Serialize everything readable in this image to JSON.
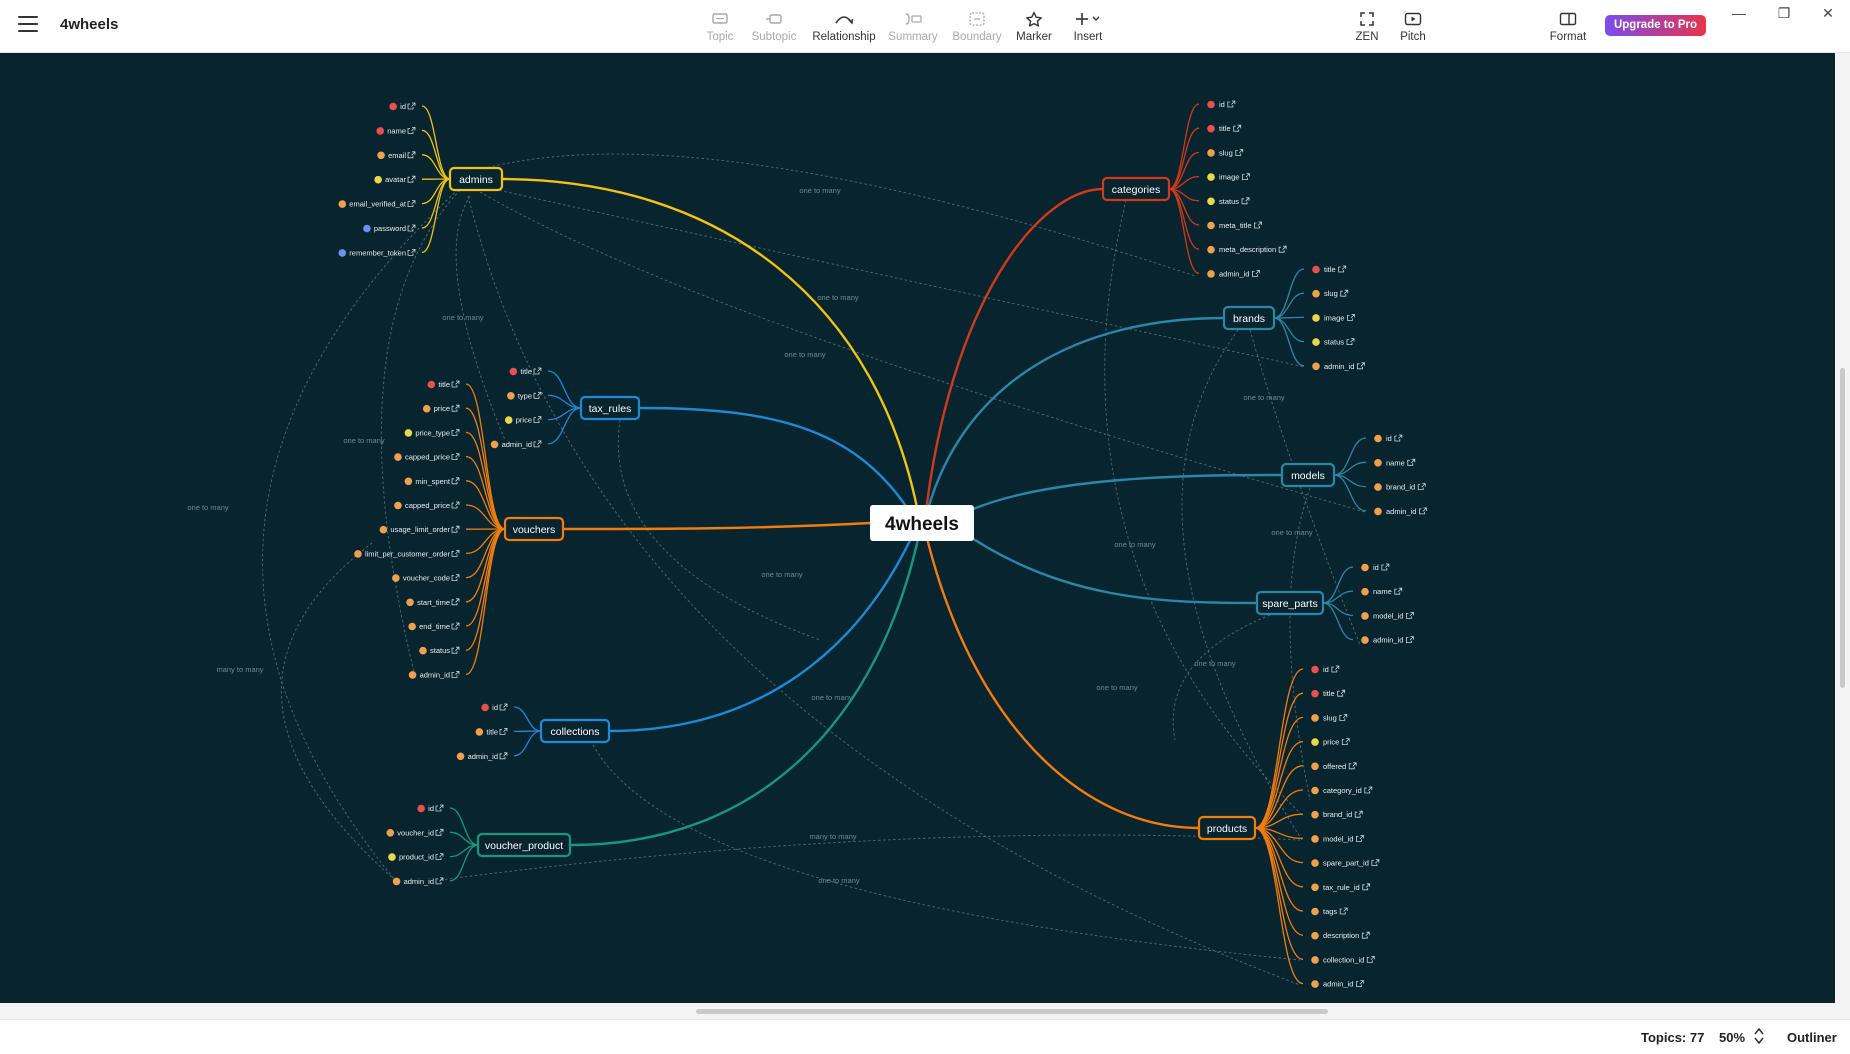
{
  "app": {
    "title": "4wheels"
  },
  "toolbar": {
    "items": [
      {
        "label": "Topic",
        "icon": "topic-icon",
        "enabled": false
      },
      {
        "label": "Subtopic",
        "icon": "subtopic-icon",
        "enabled": false
      },
      {
        "label": "Relationship",
        "icon": "relationship-icon",
        "enabled": true
      },
      {
        "label": "Summary",
        "icon": "summary-icon",
        "enabled": false
      },
      {
        "label": "Boundary",
        "icon": "boundary-icon",
        "enabled": false
      },
      {
        "label": "Marker",
        "icon": "star-icon",
        "enabled": true
      },
      {
        "label": "Insert",
        "icon": "plus-icon",
        "enabled": true
      }
    ],
    "right_items": [
      {
        "label": "ZEN",
        "icon": "zen-icon"
      },
      {
        "label": "Pitch",
        "icon": "pitch-icon"
      },
      {
        "label": "Format",
        "icon": "format-icon"
      }
    ],
    "upgrade_label": "Upgrade to Pro"
  },
  "map": {
    "central_topic": "4wheels",
    "relationship_label_one": "one to many",
    "relationship_label_many": "many to many",
    "colors": {
      "background": "#08242e",
      "central_bg": "#ffffff",
      "admins": "#f2c40f",
      "vouchers": "#f07d0d",
      "tax_rules": "#1d8ad8",
      "collections": "#1d8ad8",
      "voucher_product": "#149980",
      "categories": "#cf3b1a",
      "brands": "#2a87a8",
      "models": "#2a87a8",
      "spare_parts": "#2a87a8",
      "products": "#f07d0d",
      "relationship_line": "#5e7b84"
    },
    "tables": [
      {
        "name": "admins",
        "side": "left",
        "fields": [
          {
            "name": "id",
            "marker": "red"
          },
          {
            "name": "name",
            "marker": "red"
          },
          {
            "name": "email",
            "marker": "orange"
          },
          {
            "name": "avatar",
            "marker": "yellow"
          },
          {
            "name": "email_verified_at",
            "marker": "orange"
          },
          {
            "name": "password",
            "marker": "blue"
          },
          {
            "name": "remember_token",
            "marker": "blue"
          }
        ]
      },
      {
        "name": "tax_rules",
        "side": "left",
        "fields": [
          {
            "name": "title",
            "marker": "red"
          },
          {
            "name": "type",
            "marker": "orange"
          },
          {
            "name": "price",
            "marker": "yellow"
          },
          {
            "name": "admin_id",
            "marker": "orange"
          }
        ]
      },
      {
        "name": "vouchers",
        "side": "left",
        "fields": [
          {
            "name": "title",
            "marker": "red"
          },
          {
            "name": "price",
            "marker": "orange"
          },
          {
            "name": "price_type",
            "marker": "yellow"
          },
          {
            "name": "capped_price",
            "marker": "orange"
          },
          {
            "name": "min_spent",
            "marker": "orange"
          },
          {
            "name": "capped_price",
            "marker": "orange"
          },
          {
            "name": "usage_limit_order",
            "marker": "orange"
          },
          {
            "name": "limit_per_customer_order",
            "marker": "orange"
          },
          {
            "name": "voucher_code",
            "marker": "orange"
          },
          {
            "name": "start_time",
            "marker": "orange"
          },
          {
            "name": "end_time",
            "marker": "orange"
          },
          {
            "name": "status",
            "marker": "orange"
          },
          {
            "name": "admin_id",
            "marker": "orange"
          }
        ]
      },
      {
        "name": "collections",
        "side": "left",
        "fields": [
          {
            "name": "id",
            "marker": "red"
          },
          {
            "name": "title",
            "marker": "orange"
          },
          {
            "name": "admin_id",
            "marker": "orange"
          }
        ]
      },
      {
        "name": "voucher_product",
        "side": "left",
        "fields": [
          {
            "name": "id",
            "marker": "red"
          },
          {
            "name": "voucher_id",
            "marker": "orange"
          },
          {
            "name": "product_id",
            "marker": "yellow"
          },
          {
            "name": "admin_id",
            "marker": "orange"
          }
        ]
      },
      {
        "name": "categories",
        "side": "right",
        "fields": [
          {
            "name": "id",
            "marker": "red"
          },
          {
            "name": "title",
            "marker": "red"
          },
          {
            "name": "slug",
            "marker": "orange"
          },
          {
            "name": "image",
            "marker": "yellow"
          },
          {
            "name": "status",
            "marker": "yellow"
          },
          {
            "name": "meta_title",
            "marker": "orange"
          },
          {
            "name": "meta_description",
            "marker": "orange"
          },
          {
            "name": "admin_id",
            "marker": "orange"
          }
        ]
      },
      {
        "name": "brands",
        "side": "right",
        "fields": [
          {
            "name": "title",
            "marker": "red"
          },
          {
            "name": "slug",
            "marker": "orange"
          },
          {
            "name": "image",
            "marker": "yellow"
          },
          {
            "name": "status",
            "marker": "yellow"
          },
          {
            "name": "admin_id",
            "marker": "orange"
          }
        ]
      },
      {
        "name": "models",
        "side": "right",
        "fields": [
          {
            "name": "id",
            "marker": "orange"
          },
          {
            "name": "name",
            "marker": "orange"
          },
          {
            "name": "brand_id",
            "marker": "orange"
          },
          {
            "name": "admin_id",
            "marker": "orange"
          }
        ]
      },
      {
        "name": "spare_parts",
        "side": "right",
        "fields": [
          {
            "name": "id",
            "marker": "orange"
          },
          {
            "name": "name",
            "marker": "orange"
          },
          {
            "name": "model_id",
            "marker": "orange"
          },
          {
            "name": "admin_id",
            "marker": "orange"
          }
        ]
      },
      {
        "name": "products",
        "side": "right",
        "fields": [
          {
            "name": "id",
            "marker": "red"
          },
          {
            "name": "title",
            "marker": "red"
          },
          {
            "name": "slug",
            "marker": "orange"
          },
          {
            "name": "price",
            "marker": "yellow"
          },
          {
            "name": "offered",
            "marker": "orange"
          },
          {
            "name": "category_id",
            "marker": "orange"
          },
          {
            "name": "brand_id",
            "marker": "orange"
          },
          {
            "name": "model_id",
            "marker": "orange"
          },
          {
            "name": "spare_part_id",
            "marker": "orange"
          },
          {
            "name": "tax_rule_id",
            "marker": "orange"
          },
          {
            "name": "tags",
            "marker": "orange"
          },
          {
            "name": "description",
            "marker": "orange"
          },
          {
            "name": "collection_id",
            "marker": "orange"
          },
          {
            "name": "admin_id",
            "marker": "orange"
          }
        ]
      }
    ]
  },
  "status": {
    "topics": "Topics: 77",
    "zoom": "50%",
    "outliner": "Outliner"
  }
}
